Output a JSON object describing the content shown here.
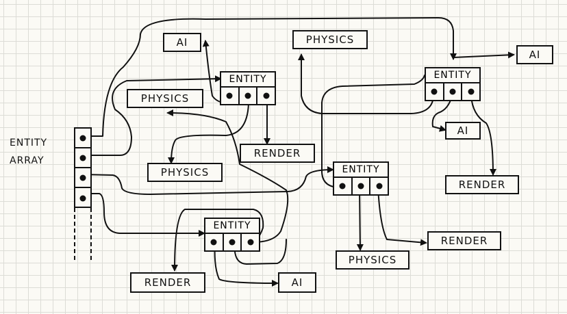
{
  "array_label": {
    "line1": "ENTITY",
    "line2": "ARRAY"
  },
  "entities": [
    {
      "label": "ENTITY"
    },
    {
      "label": "ENTITY"
    },
    {
      "label": "ENTITY"
    },
    {
      "label": "ENTITY"
    }
  ],
  "components": {
    "ai_1": "AI",
    "physics_1": "PHYSICS",
    "ai_2": "AI",
    "physics_2": "PHYSICS",
    "ai_3": "AI",
    "physics_3": "PHYSICS",
    "render_1": "RENDER",
    "render_2": "RENDER",
    "render_3": "RENDER",
    "physics_4": "PHYSICS",
    "render_4": "RENDER",
    "ai_4": "AI"
  },
  "colors": {
    "ink": "#111111",
    "paper": "#fbfaf5",
    "grid": "#dcdcd6"
  }
}
